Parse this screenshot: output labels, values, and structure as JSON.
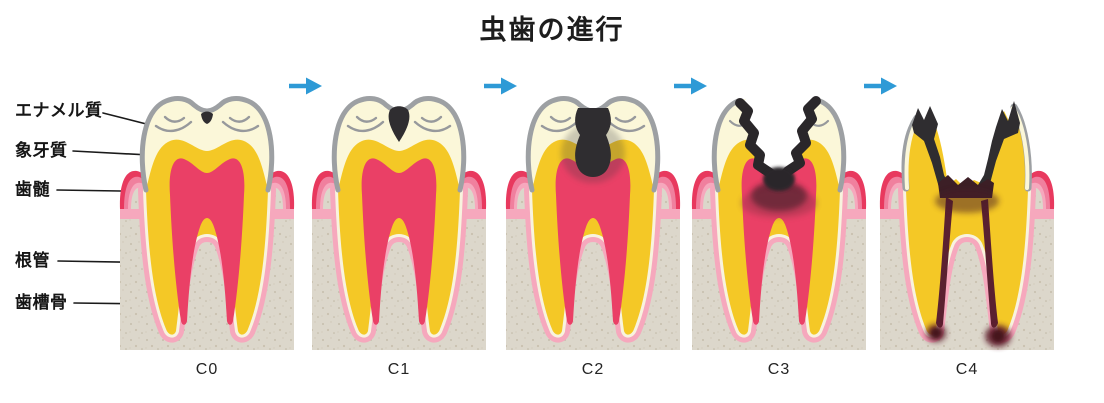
{
  "title": "虫歯の進行",
  "anatomy_labels": [
    {
      "id": "enamel",
      "text": "エナメル質"
    },
    {
      "id": "dentin",
      "text": "象牙質"
    },
    {
      "id": "pulp",
      "text": "歯髄"
    },
    {
      "id": "root-canal",
      "text": "根管"
    },
    {
      "id": "alveolar-bone",
      "text": "歯槽骨"
    }
  ],
  "stages": [
    {
      "id": "c0",
      "label": "C0"
    },
    {
      "id": "c1",
      "label": "C1"
    },
    {
      "id": "c2",
      "label": "C2"
    },
    {
      "id": "c3",
      "label": "C3"
    },
    {
      "id": "c4",
      "label": "C4"
    }
  ],
  "progression_arrow_glyph": "→",
  "colors": {
    "arrow_blue": "#2E9AD6",
    "enamel_cream": "#FBF7D9",
    "enamel_outline_grey": "#9DA0A3",
    "dentin_yellow": "#F4C826",
    "pulp_red": "#EA4066",
    "gum_pink": "#F6A8BD",
    "gum_mid_pink": "#F0809E",
    "gum_dark_red": "#E8395E",
    "bone_beige": "#DCD7CB",
    "root_line_cream": "#F8F3DE",
    "decay_black": "#2F2D30",
    "abscess_maroon": "#5E1C2A"
  }
}
